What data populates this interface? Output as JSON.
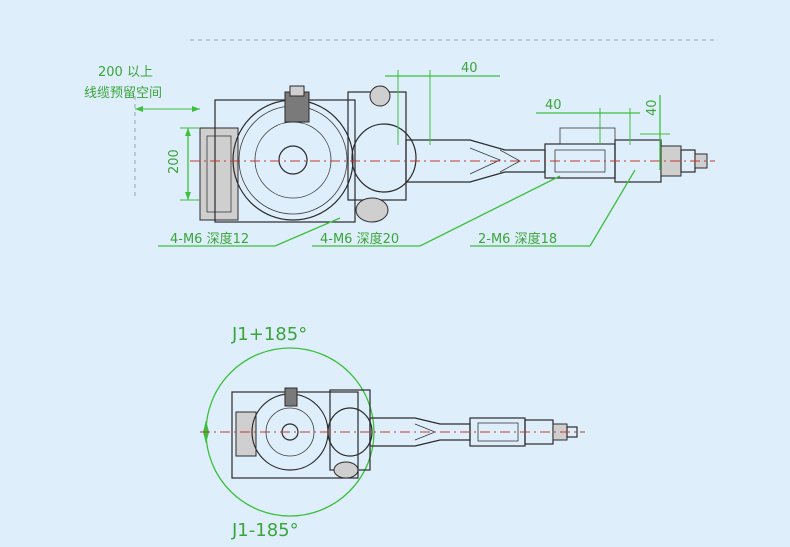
{
  "dimensions": {
    "wire_space_value": "200 以上",
    "wire_space_caption": "线缆预留空间",
    "width_200": "200",
    "top_40": "40",
    "mid_40": "40",
    "right_40": "40"
  },
  "callouts": {
    "m6_depth12": "4-M6 深度12",
    "m6_depth20": "4-M6 深度20",
    "m6_depth18": "2-M6 深度18"
  },
  "rotation": {
    "j1_plus": "J1+185°",
    "j1_minus": "J1-185°"
  },
  "colors": {
    "background": "#dfeefb",
    "dimension_green": "#3fbf3f",
    "centerline_red": "#c0392b",
    "drawing_black": "#2b2b2b"
  }
}
